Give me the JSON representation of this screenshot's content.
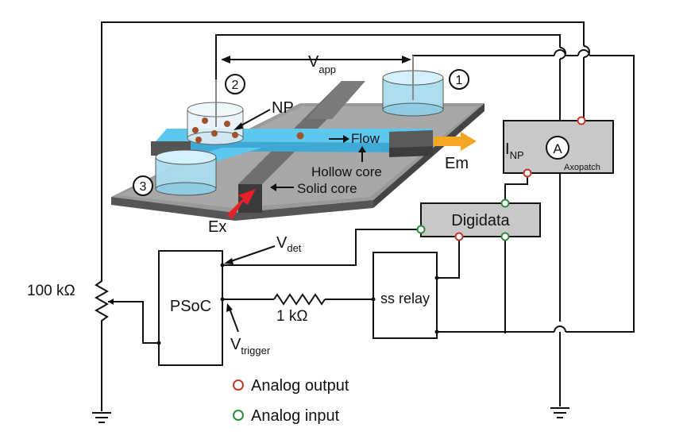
{
  "chip": {
    "np_label": "NP",
    "flow_label": "Flow",
    "hollow_core_label": "Hollow core",
    "solid_core_label": "Solid core",
    "ex_label": "Ex",
    "em_label": "Em",
    "reservoir_1": "1",
    "reservoir_2": "2",
    "reservoir_3": "3",
    "vapp_main": "V",
    "vapp_sub": "app"
  },
  "axopatch": {
    "name": "Axopatch",
    "meter_symbol": "A",
    "current_main": "I",
    "current_sub": "NP"
  },
  "digidata": {
    "name": "Digidata"
  },
  "psoc": {
    "name": "PSoC",
    "vdet_main": "V",
    "vdet_sub": "det",
    "vtrigger_main": "V",
    "vtrigger_sub": "trigger"
  },
  "relay": {
    "name": "ss relay"
  },
  "resistors": {
    "pot_label": "100 kΩ",
    "series_label": "1 kΩ"
  },
  "legend": {
    "analog_output": "Analog output",
    "analog_input": "Analog input"
  },
  "colors": {
    "analog_output": "#c0392b",
    "analog_input": "#2e8b3a",
    "box_fill": "#c8c8c8",
    "channel": "#5cc8f0",
    "excitation": "#e8202a",
    "emission": "#f5a623"
  }
}
